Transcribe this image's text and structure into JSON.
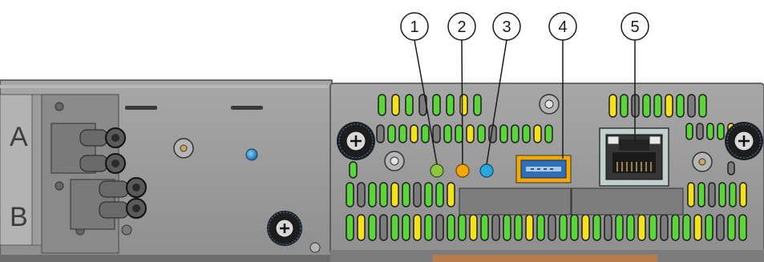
{
  "slot_labels": {
    "upper": "A",
    "lower": "B"
  },
  "callouts": [
    {
      "number": "1",
      "target": "led",
      "led_color": "#8dc63f"
    },
    {
      "number": "2",
      "target": "led",
      "led_color": "#f5a800"
    },
    {
      "number": "3",
      "target": "led",
      "led_color": "#29a8e0"
    },
    {
      "number": "4",
      "target": "usb-port"
    },
    {
      "number": "5",
      "target": "rj45-port"
    }
  ],
  "colors": {
    "chassis": "#9a9a9a",
    "chassis_dark": "#7c7c7c",
    "vent_green": "#5bd63a",
    "vent_yellow": "#f3e21a",
    "usb_blue": "#2f6fb8",
    "usb_orange": "#f5a800",
    "rj45_frame": "#bfd0cd"
  }
}
